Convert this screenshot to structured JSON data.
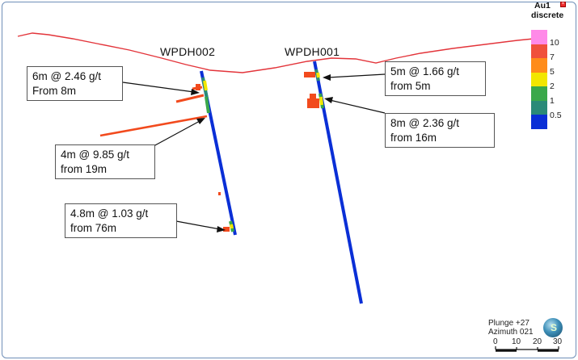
{
  "holes": [
    {
      "name": "WPDH002"
    },
    {
      "name": "WPDH001"
    }
  ],
  "callouts": [
    {
      "line1": "6m @ 2.46 g/t",
      "line2": "From 8m"
    },
    {
      "line1": "4m @ 9.85 g/t",
      "line2": "from 19m"
    },
    {
      "line1": "4.8m @ 1.03 g/t",
      "line2": "from 76m"
    },
    {
      "line1": "5m @ 1.66 g/t",
      "line2": "from 5m"
    },
    {
      "line1": "8m @ 2.36 g/t",
      "line2": "from 16m"
    }
  ],
  "legend": {
    "title_line1": "Au1",
    "title_line2": "discrete",
    "labels": [
      "10",
      "7",
      "5",
      "2",
      "1",
      "0.5"
    ],
    "colors": [
      "#ff8ae8",
      "#f0503c",
      "#ff8c1a",
      "#f2e600",
      "#3aa84a",
      "#2a8a78",
      "#0a2fd6"
    ]
  },
  "orientation": {
    "plunge": "Plunge +27",
    "azimuth": "Azimuth 021",
    "compass_letter": "S"
  },
  "scale_bar": {
    "labels": [
      "0",
      "10",
      "20",
      "30"
    ]
  },
  "colors": {
    "topography": "#e3343a",
    "drillhole": "#0a2fd6",
    "anomaly": "#f24a1d",
    "frame": "#6f8fb8"
  }
}
